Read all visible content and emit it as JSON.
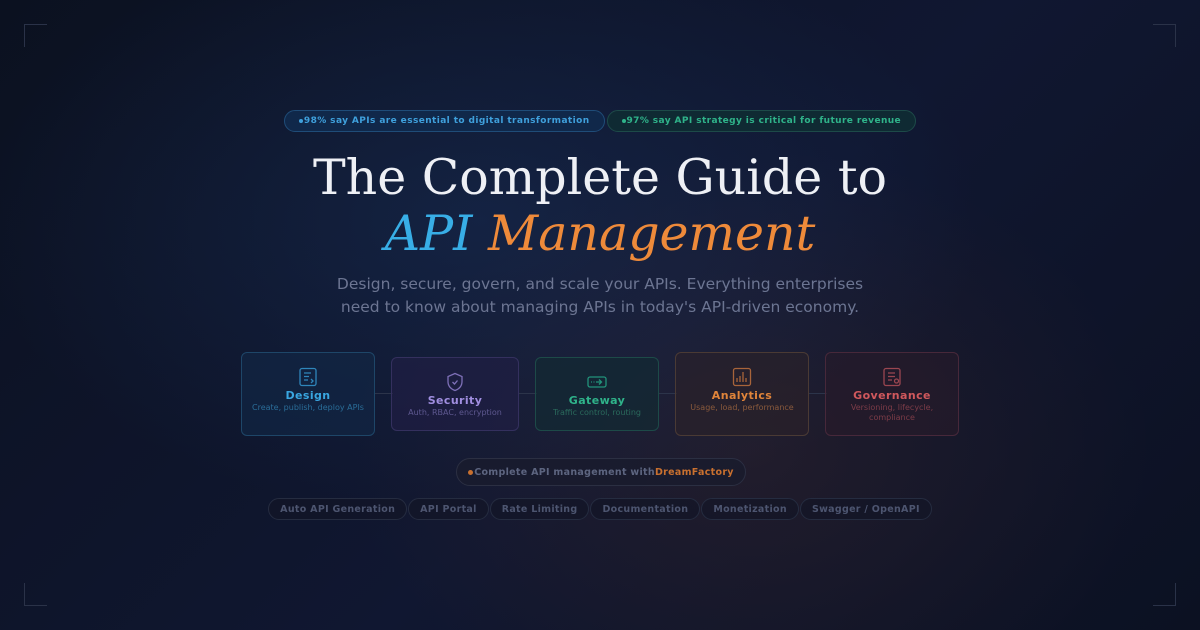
{
  "stats": [
    {
      "text": "98% say APIs are essential to digital transformation",
      "color": "#3fa0dc"
    },
    {
      "text": "97% say API strategy is critical for future revenue",
      "color": "#2fb38a"
    }
  ],
  "title": {
    "line1": "The Complete Guide to",
    "api": "API",
    "management": "Management"
  },
  "subtitle": {
    "line1": "Design, secure, govern, and scale your APIs. Everything enterprises",
    "line2": "need to know about managing APIs in today's API-driven economy."
  },
  "steps": [
    {
      "title": "Design",
      "desc": "Create, publish, deploy APIs",
      "icon": "document-icon",
      "color": "#39a6e0"
    },
    {
      "title": "Security",
      "desc": "Auth, RBAC, encryption",
      "icon": "shield-check-icon",
      "color": "#a08ee0"
    },
    {
      "title": "Gateway",
      "desc": "Traffic control, routing",
      "icon": "gateway-arrow-icon",
      "color": "#2fb38a"
    },
    {
      "title": "Analytics",
      "desc": "Usage, load, performance",
      "icon": "bar-chart-icon",
      "color": "#e0843a"
    },
    {
      "title": "Governance",
      "desc": "Versioning, lifecycle, compliance",
      "icon": "policy-document-icon",
      "color": "#d0585c"
    }
  ],
  "cta": {
    "text": "Complete API management with",
    "brand": "DreamFactory"
  },
  "tags": [
    "Auto API Generation",
    "API Portal",
    "Rate Limiting",
    "Documentation",
    "Monetization",
    "Swagger / OpenAPI"
  ]
}
